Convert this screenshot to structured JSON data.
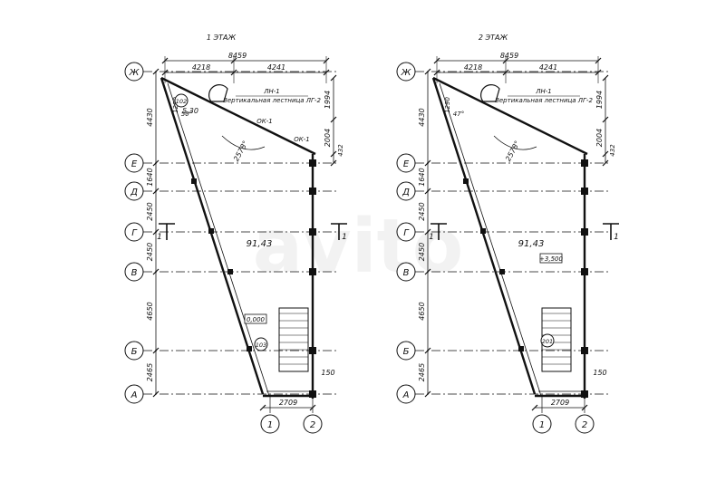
{
  "watermark": "avito",
  "plans": [
    {
      "title": "1 ЭТАЖ",
      "overall_dim": "8459",
      "dim_left": "4218",
      "dim_right": "4241",
      "notes": [
        "ЛН-1",
        "Вертикальная лестница ЛГ-2",
        "ОК-1",
        "ОК-1"
      ],
      "angle": "2578°",
      "axis_letters": [
        "Ж",
        "Е",
        "Д",
        "Г",
        "В",
        "Б",
        "А"
      ],
      "spacings": [
        "4430",
        "1640",
        "2450",
        "2450",
        "4650",
        "2465"
      ],
      "right_dims": [
        "1994",
        "2004",
        "432",
        "150"
      ],
      "small_dims": [
        "1290",
        "50°"
      ],
      "bottom_dim": "2709",
      "axis_numbers": [
        "1",
        "2"
      ],
      "section_marks": [
        "1",
        "1"
      ],
      "area": "91,43",
      "rooms": [
        "102",
        "103"
      ],
      "room_area": "5,30",
      "level": "0,000"
    },
    {
      "title": "2 ЭТАЖ",
      "overall_dim": "8459",
      "dim_left": "4218",
      "dim_right": "4241",
      "notes": [
        "ЛН-1",
        "Вертикальная лестница ЛГ-2"
      ],
      "angle": "2578°",
      "axis_letters": [
        "Ж",
        "Е",
        "Д",
        "Г",
        "В",
        "Б",
        "А"
      ],
      "spacings": [
        "4430",
        "1640",
        "2450",
        "2450",
        "4650",
        "2465"
      ],
      "right_dims": [
        "1994",
        "2004",
        "432",
        "150"
      ],
      "small_dims": [
        "1290",
        "47°"
      ],
      "bottom_dim": "2709",
      "axis_numbers": [
        "1",
        "2"
      ],
      "section_marks": [
        "1",
        "1"
      ],
      "area": "91,43",
      "rooms": [
        "201"
      ],
      "level": "+3,500"
    }
  ]
}
